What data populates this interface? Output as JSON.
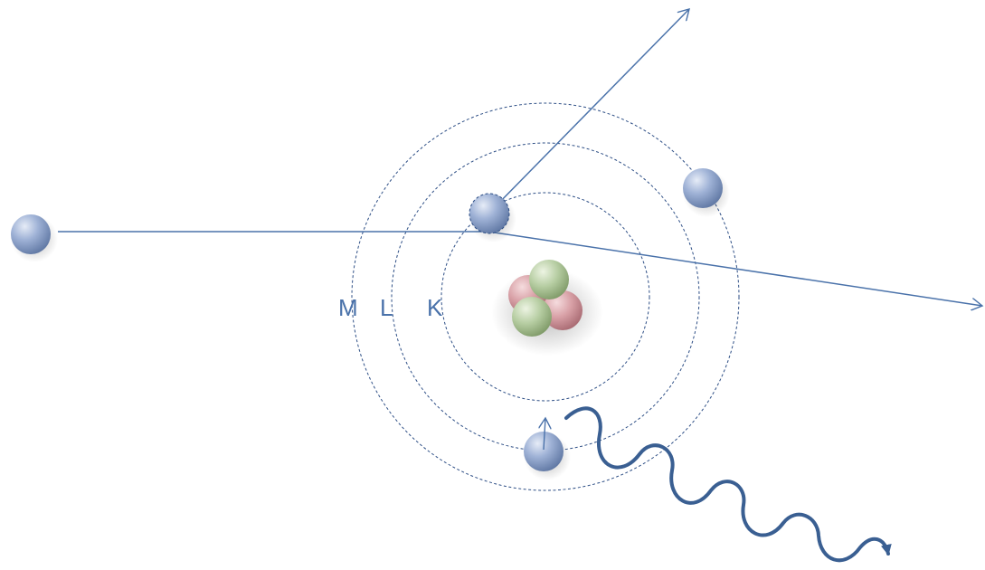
{
  "shell_labels": {
    "m": "M",
    "l": "L",
    "k": "K"
  },
  "colors": {
    "line": "#4a72aa",
    "photon": "#3a5f92",
    "label": "#4a72aa",
    "electron": "#9fb2d6",
    "proton": "#d8a0a6",
    "neutron": "#b6cda2"
  },
  "icons": {
    "electron": "sphere",
    "nucleon": "sphere",
    "photon": "wavy-arrow"
  }
}
